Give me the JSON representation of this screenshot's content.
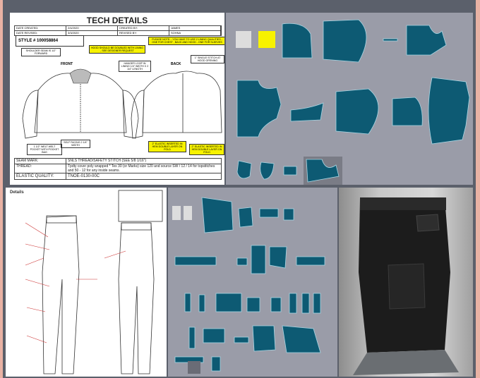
{
  "tech_sheet": {
    "title": "TECH DETAILS",
    "header": [
      [
        "DATE CREATED:",
        "2/4/2020",
        "CREATED BY:",
        "JAMES"
      ],
      [
        "DATE REVISED:",
        "3/3/2020",
        "REVISED BY:",
        "SOHNA"
      ]
    ],
    "style": "STYLE # 100058864",
    "front_label": "FRONT",
    "back_label": "BACK",
    "notes": {
      "shoulder": "SHOULDER SEAM IS 1/2\" FORWARD",
      "hood": "HOOD SHOULD BE DOUBLED WITH LINING , SEE DESIGNER REQUEST",
      "please_note": "PLEASE NOTE: - YOU HAVE TO USE 2 LINING QUALITIES - ONE FOR CHEST , BACK AND HOOD - ONE FOR SLEEVES",
      "hanger": "HANGER LOOP IN LINING 1/4\" WIDTH X 2 1/4\" LENGTH",
      "single_stitch": "1\" SINGLE STITCH AT HOOD OPENING",
      "self_facing": "SELF FACING 2 1/4\" WIDTH",
      "welt": "1 1/2\" WELT WELT POCKET WITH POCKET BAG",
      "elastic_front": "2\" ELASTIC INSERTED IN HEM DOUBLE LAYER ON FOLD",
      "elastic_back": "2\" ELASTIC INSERTED IN HEM DOUBLE LAYER ON FOLD"
    },
    "footer": [
      {
        "key": "SEAM MARK:",
        "value": "SNLS THREAD/SAFETY STITCH (SEE 5/8 1/16\")"
      },
      {
        "key": "THREAD:",
        "value": "Tpdty cover poly wrapped * Tex 30 (or Marks) size 120 and source SW / 12 / 14 for topstitches and 50 - 12 for any inside seams."
      },
      {
        "key": "ELASTIC QUALITY:",
        "value": "TNOE-0130-00C"
      }
    ]
  },
  "pants_sheet": {
    "title": "Details"
  },
  "colors": {
    "pattern_fill": "#0d5a73",
    "pattern_stroke": "#a7d6e4",
    "pattern_bg": "#9a9ca8",
    "callout_yellow": "#f7f200"
  }
}
